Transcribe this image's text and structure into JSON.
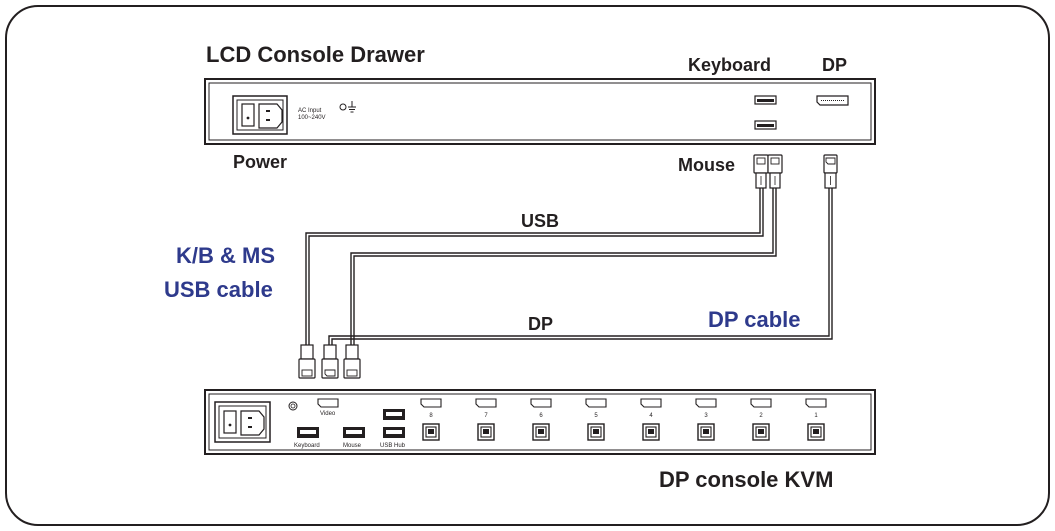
{
  "labels": {
    "lcd_title": "LCD Console Drawer",
    "keyboard": "Keyboard",
    "dp_port": "DP",
    "power": "Power",
    "mouse": "Mouse",
    "usb": "USB",
    "kb_ms_cable_line1": "K/B & MS",
    "kb_ms_cable_line2": "USB cable",
    "dp_line": "DP",
    "dp_cable": "DP cable",
    "kvm_title": "DP console KVM"
  },
  "lcd_panel": {
    "ac_input_line1": "AC Input",
    "ac_input_line2": "100~240V"
  },
  "kvm_panel": {
    "video": "Video",
    "keyboard": "Keyboard",
    "mouse": "Mouse",
    "usb_hub": "USB Hub",
    "ports": [
      "8",
      "7",
      "6",
      "5",
      "4",
      "3",
      "2",
      "1"
    ]
  },
  "colors": {
    "ink": "#231f20",
    "blue_label": "#2e3a8c",
    "frame": "#231f20"
  }
}
